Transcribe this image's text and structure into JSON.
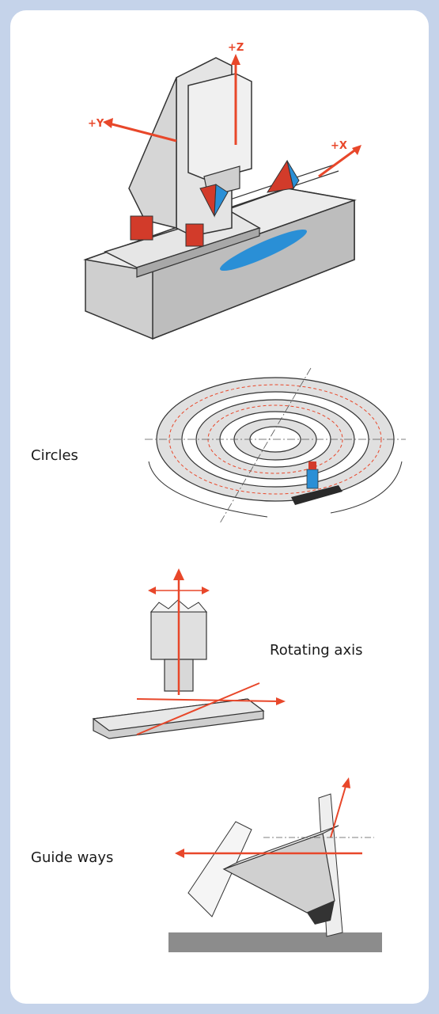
{
  "colors": {
    "frame": "#c5d3ea",
    "panel": "#ffffff",
    "arrow": "#e8472a",
    "laser_blue": "#2a8fd6",
    "machine_gray": "#d8d8d8",
    "outline": "#333333",
    "scale_red": "#d23b2a"
  },
  "machine": {
    "axis_z": "+Z",
    "axis_y": "+Y",
    "axis_x": "+X"
  },
  "captions": {
    "circles": "Circles",
    "rotating_axis": "Rotating axis",
    "guide_ways": "Guide ways"
  }
}
